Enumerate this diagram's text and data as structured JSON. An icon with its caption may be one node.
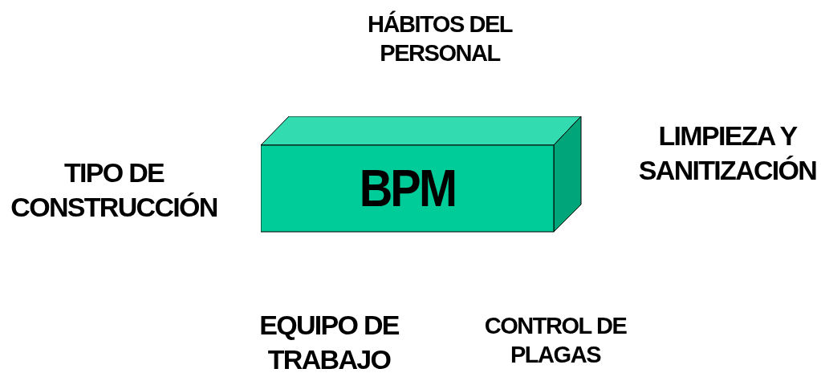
{
  "diagram": {
    "nodes": [
      {
        "text": [
          "BPM"
        ]
      }
    ],
    "labels": [
      "HÁBITOS DEL PERSONAL",
      "LIMPIEZA Y SANITIZACIÓN",
      "TIPO DE CONSTRUCCIÓN",
      "EQUIPO DE TRABAJO",
      "CONTROL DE PLAGAS"
    ]
  }
}
